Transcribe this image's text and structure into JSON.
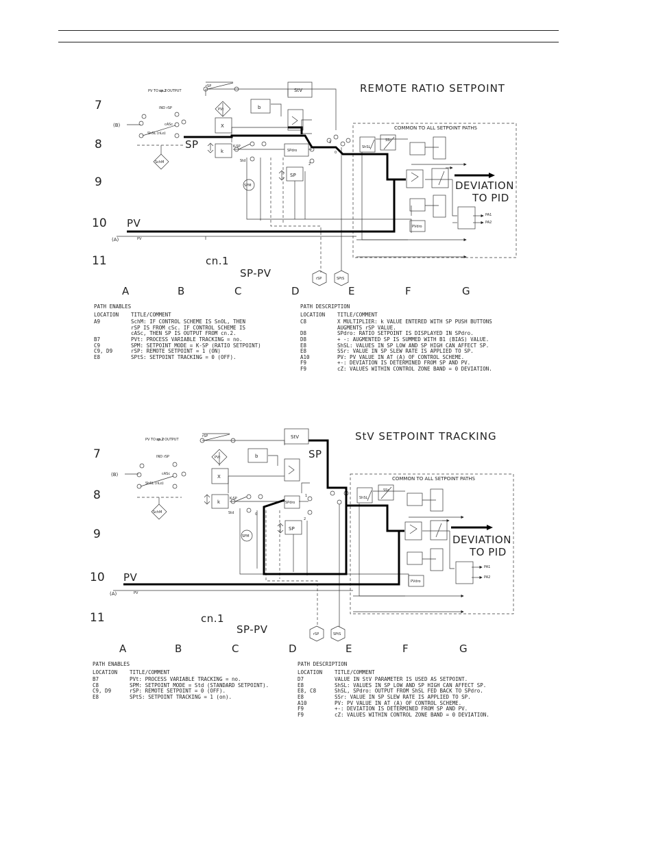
{
  "diagrams": [
    {
      "id": "remote-ratio",
      "title": "REMOTE RATIO SETPOINT",
      "common_label": "COMMON TO ALL SETPOINT PATHS",
      "deviation_label": [
        "DEVIATION",
        "TO PID"
      ],
      "rows": [
        "7",
        "8",
        "9",
        "10",
        "11"
      ],
      "columns": [
        "A",
        "B",
        "C",
        "D",
        "E",
        "F",
        "G"
      ],
      "labels": {
        "pv": "PV",
        "a_input": "(A)",
        "b_input": "(B)",
        "cn1": "cn.1",
        "sp_pv": "SP-PV",
        "sp": "SP",
        "stv": "StV",
        "b_box": "b",
        "x_box": "X",
        "k_box": "k",
        "sp_box": "SP",
        "spdro": "SPdro",
        "pvdro": "PVdro",
        "schm": "SchM",
        "spm": "SPM",
        "rsp_circle": "rSP",
        "spts": "SPtS",
        "pvt": "PVt",
        "shsl": "ShSL",
        "ssr": "SSr",
        "pv_small": "PV",
        "pa1": "PA1",
        "pa2": "PA2",
        "pv_to_cn2": "PV TO cn.2",
        "sp_output": "sp.2 OUTPUT",
        "rsp": "rSP",
        "ind_rsp": "IND rSP",
        "casc": "cASc",
        "shsl_label": "ShSL (nLo)",
        "std": "Std",
        "ksp": "K-SP",
        "ttr": "tr",
        "lt1": "1",
        "lt2": "2",
        "lt0": "0"
      },
      "path_enables": {
        "header": "PATH ENABLES",
        "loc_label": "LOCATION",
        "title_label": "TITLE/COMMENT",
        "items": [
          {
            "loc": "A9",
            "text": "SchM: IF CONTROL SCHEME IS SnOL, THEN\nrSP IS FROM cSc. IF CONTROL SCHEME IS\ncASc, THEN SP IS OUTPUT FROM cn.2."
          },
          {
            "loc": "B7",
            "text": "PVt: PROCESS VARIABLE TRACKING = no."
          },
          {
            "loc": "C9",
            "text": "SPM: SETPOINT MODE = K-SP (RATIO SETPOINT)"
          },
          {
            "loc": "C9, D9",
            "text": "rSP: REMOTE SETPOINT = 1 (ON)"
          },
          {
            "loc": "E8",
            "text": "SPtS: SETPOINT TRACKING = 0 (OFF)."
          }
        ]
      },
      "path_description": {
        "header": "PATH DESCRIPTION",
        "loc_label": "LOCATION",
        "title_label": "TITLE/COMMENT",
        "items": [
          {
            "loc": "C8",
            "text": "X MULTIPLIER: k VALUE ENTERED WITH SP PUSH BUTTONS\nAUGMENTS rSP VALUE."
          },
          {
            "loc": "D8",
            "text": "SPdro: RATIO SETPOINT IS DISPLAYED IN SPdro."
          },
          {
            "loc": "D8",
            "text": "+ -: AUGMENTED SP IS SUMMED WITH B1 (BIAS) VALUE."
          },
          {
            "loc": "E8",
            "text": "ShSL: VALUES IN SP LOW AND SP HIGH CAN AFFECT SP."
          },
          {
            "loc": "E8",
            "text": "SSr: VALUE IN SP SLEW RATE IS APPLIED TO SP."
          },
          {
            "loc": "A10",
            "text": "PV: PV VALUE IN AT (A) OF CONTROL SCHEME."
          },
          {
            "loc": "F9",
            "text": "+-: DEVIATION IS DETERMINED FROM SP AND PV."
          },
          {
            "loc": "F9",
            "text": "cZ: VALUES WITHIN CONTROL ZONE BAND = 0 DEVIATION."
          }
        ]
      }
    },
    {
      "id": "stv-tracking",
      "title": "StV SETPOINT TRACKING",
      "common_label": "COMMON TO ALL SETPOINT PATHS",
      "deviation_label": [
        "DEVIATION",
        "TO PID"
      ],
      "rows": [
        "7",
        "8",
        "9",
        "10",
        "11"
      ],
      "columns": [
        "A",
        "B",
        "C",
        "D",
        "E",
        "F",
        "G"
      ],
      "labels": {
        "pv": "PV",
        "a_input": "(A)",
        "b_input": "(B)",
        "cn1": "cn.1",
        "sp_pv": "SP-PV",
        "sp": "SP",
        "stv": "StV",
        "b_box": "b",
        "x_box": "X",
        "k_box": "k",
        "sp_box": "SP",
        "spdro": "SPdro",
        "pvdro": "PVdro",
        "schm": "SchM",
        "spm": "SPM",
        "rsp_circle": "rSP",
        "spts": "SPtS",
        "pvt": "PVt",
        "shsl": "ShSL",
        "ssr": "SSr",
        "pv_small": "PV",
        "pa1": "PA1",
        "pa2": "PA2",
        "pv_to_cn2": "PV TO cn.2",
        "sp_output": "sp.2 OUTPUT",
        "rsp": "rSP",
        "ind_rsp": "IND rSP",
        "casc": "cASc",
        "shsl_label": "ShSL (nLo)",
        "std": "Std",
        "ksp": "K-SP",
        "ttr": "tr",
        "lt1": "1",
        "lt2": "2",
        "lt0": "0"
      },
      "path_enables": {
        "header": "PATH ENABLES",
        "loc_label": "LOCATION",
        "title_label": "TITLE/COMMENT",
        "items": [
          {
            "loc": "B7",
            "text": "PVt: PROCESS VARIABLE TRACKING = no."
          },
          {
            "loc": "C8",
            "text": "SPM: SETPOINT MODE = Std (STANDARD SETPOINT)."
          },
          {
            "loc": "C9, D9",
            "text": "rSP: REMOTE SETPOINT = 0 (OFF)."
          },
          {
            "loc": "E8",
            "text": "SPtS: SETPOINT TRACKING = 1 (on)."
          }
        ]
      },
      "path_description": {
        "header": "PATH DESCRIPTION",
        "loc_label": "LOCATION",
        "title_label": "TITLE/COMMENT",
        "items": [
          {
            "loc": "D7",
            "text": "VALUE IN StV PARAMETER IS USED AS SETPOINT."
          },
          {
            "loc": "E8",
            "text": "ShSL: VALUES IN SP LOW AND SP HIGH CAN AFFECT SP."
          },
          {
            "loc": "E8, C8",
            "text": "ShSL, SPdro: OUTPUT FROM ShSL FED BACK TO SPdro."
          },
          {
            "loc": "E8",
            "text": "SSr: VALUE IN SP SLEW RATE IS APPLIED TO SP."
          },
          {
            "loc": "A10",
            "text": "PV: PV VALUE IN AT (A) OF CONTROL SCHEME."
          },
          {
            "loc": "F9",
            "text": "+-: DEVIATION IS DETERMINED FROM SP AND PV."
          },
          {
            "loc": "F9",
            "text": "cZ: VALUES WITHIN CONTROL ZONE BAND = 0 DEVIATION."
          }
        ]
      }
    }
  ]
}
